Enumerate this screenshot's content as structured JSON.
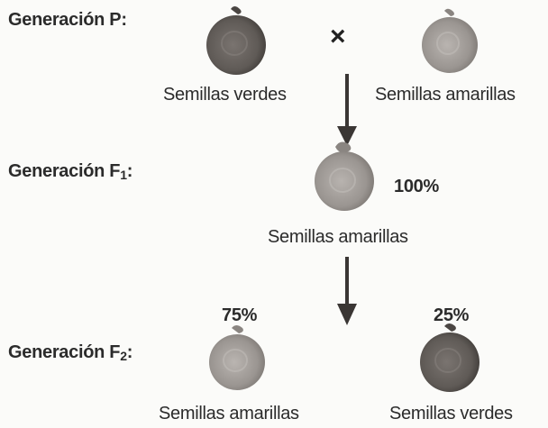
{
  "generations": {
    "p": {
      "label": "Generación P:"
    },
    "f1": {
      "label_main": "Generación F",
      "label_sub": "1",
      "label_colon": ":"
    },
    "f2": {
      "label_main": "Generación F",
      "label_sub": "2",
      "label_colon": ":"
    }
  },
  "cross_symbol": "×",
  "p": {
    "left_caption": "Semillas verdes",
    "right_caption": "Semillas amarillas"
  },
  "f1": {
    "caption": "Semillas amarillas",
    "percent": "100%"
  },
  "f2": {
    "left_caption": "Semillas amarillas",
    "left_percent": "75%",
    "right_caption": "Semillas verdes",
    "right_percent": "25%"
  },
  "colors": {
    "green_seed": "#5f5a56",
    "yellow_seed": "#9a9591",
    "arrow": "#3a3634"
  }
}
